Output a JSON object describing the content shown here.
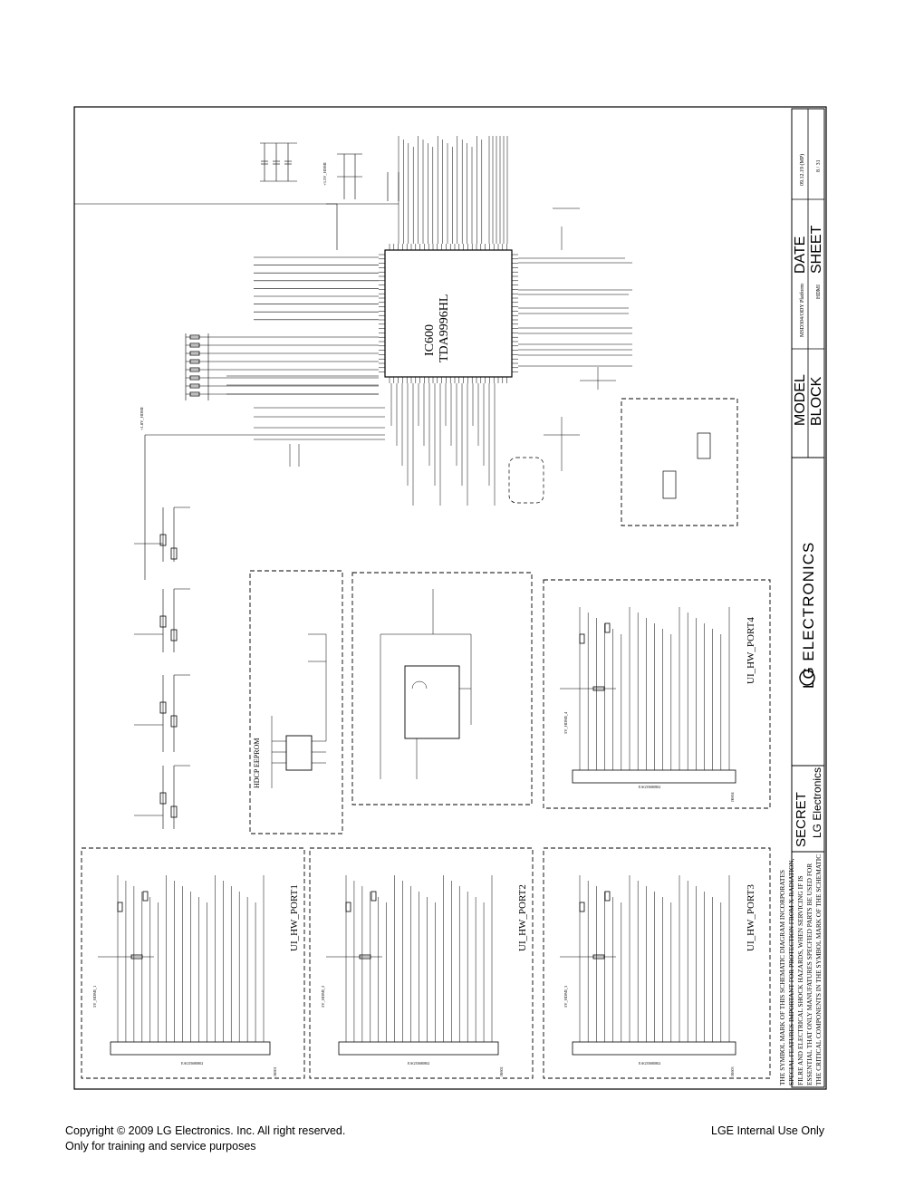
{
  "footer": {
    "copyright": "Copyright © 2009 LG Electronics. Inc. All right reserved.",
    "training": "Only for training and service purposes",
    "internal": "LGE Internal Use Only"
  },
  "schematic": {
    "ic_ref": "IC600",
    "ic_part": "TDA9996HL",
    "hdcp_label": "HDCP EEPROM",
    "port_labels": [
      "UI_HW_PORT1",
      "UI_HW_PORT2",
      "UI_HW_PORT3",
      "UI_HW_PORT4"
    ],
    "connector_part": "EAG55680802",
    "connector_refs": [
      "JK601",
      "JK602",
      "JK603",
      "JK604"
    ],
    "hdmi_net": "HDMI",
    "hotplug_nets": [
      "5V_HDMI_1",
      "5V_HDMI_2",
      "5V_HDMI_3",
      "5V_HDMI_4"
    ],
    "supply_nets": [
      "+3.3V_HDMI",
      "+1.8V_HDMI"
    ]
  },
  "title_block": {
    "model_label": "MODEL",
    "block_label": "BLOCK",
    "date_label": "DATE",
    "sheet_label": "SHEET",
    "model_value": "MSD304/ODY Platform",
    "block_value": "HDMI",
    "date_value": "09.12.19 (MP)",
    "sheet_value": "8 / 31",
    "secret": "SECRET",
    "brand": "LG Electronics",
    "brand_mark": "LG ELECTRONICS",
    "notice": [
      "THE  SYMBOL MARK OF THIS SCHEMATIC DIAGRAM INCORPORATES",
      "SPECIAL FEATURES IMPORTANT FOR PROTECTION FROM X-RADIATION,",
      "FILRE AND ELECTRICAL SHOCK HAZARDS, WHEN SERVICING IF IS",
      "ESSENTIAL THAT ONLY MANUFATURES SPECFIED PARTS BE USED FOR",
      "THE CRITICAL COMPONENTS IN THE  SYMBOL MARK OF THE SCHEMATIC"
    ]
  }
}
